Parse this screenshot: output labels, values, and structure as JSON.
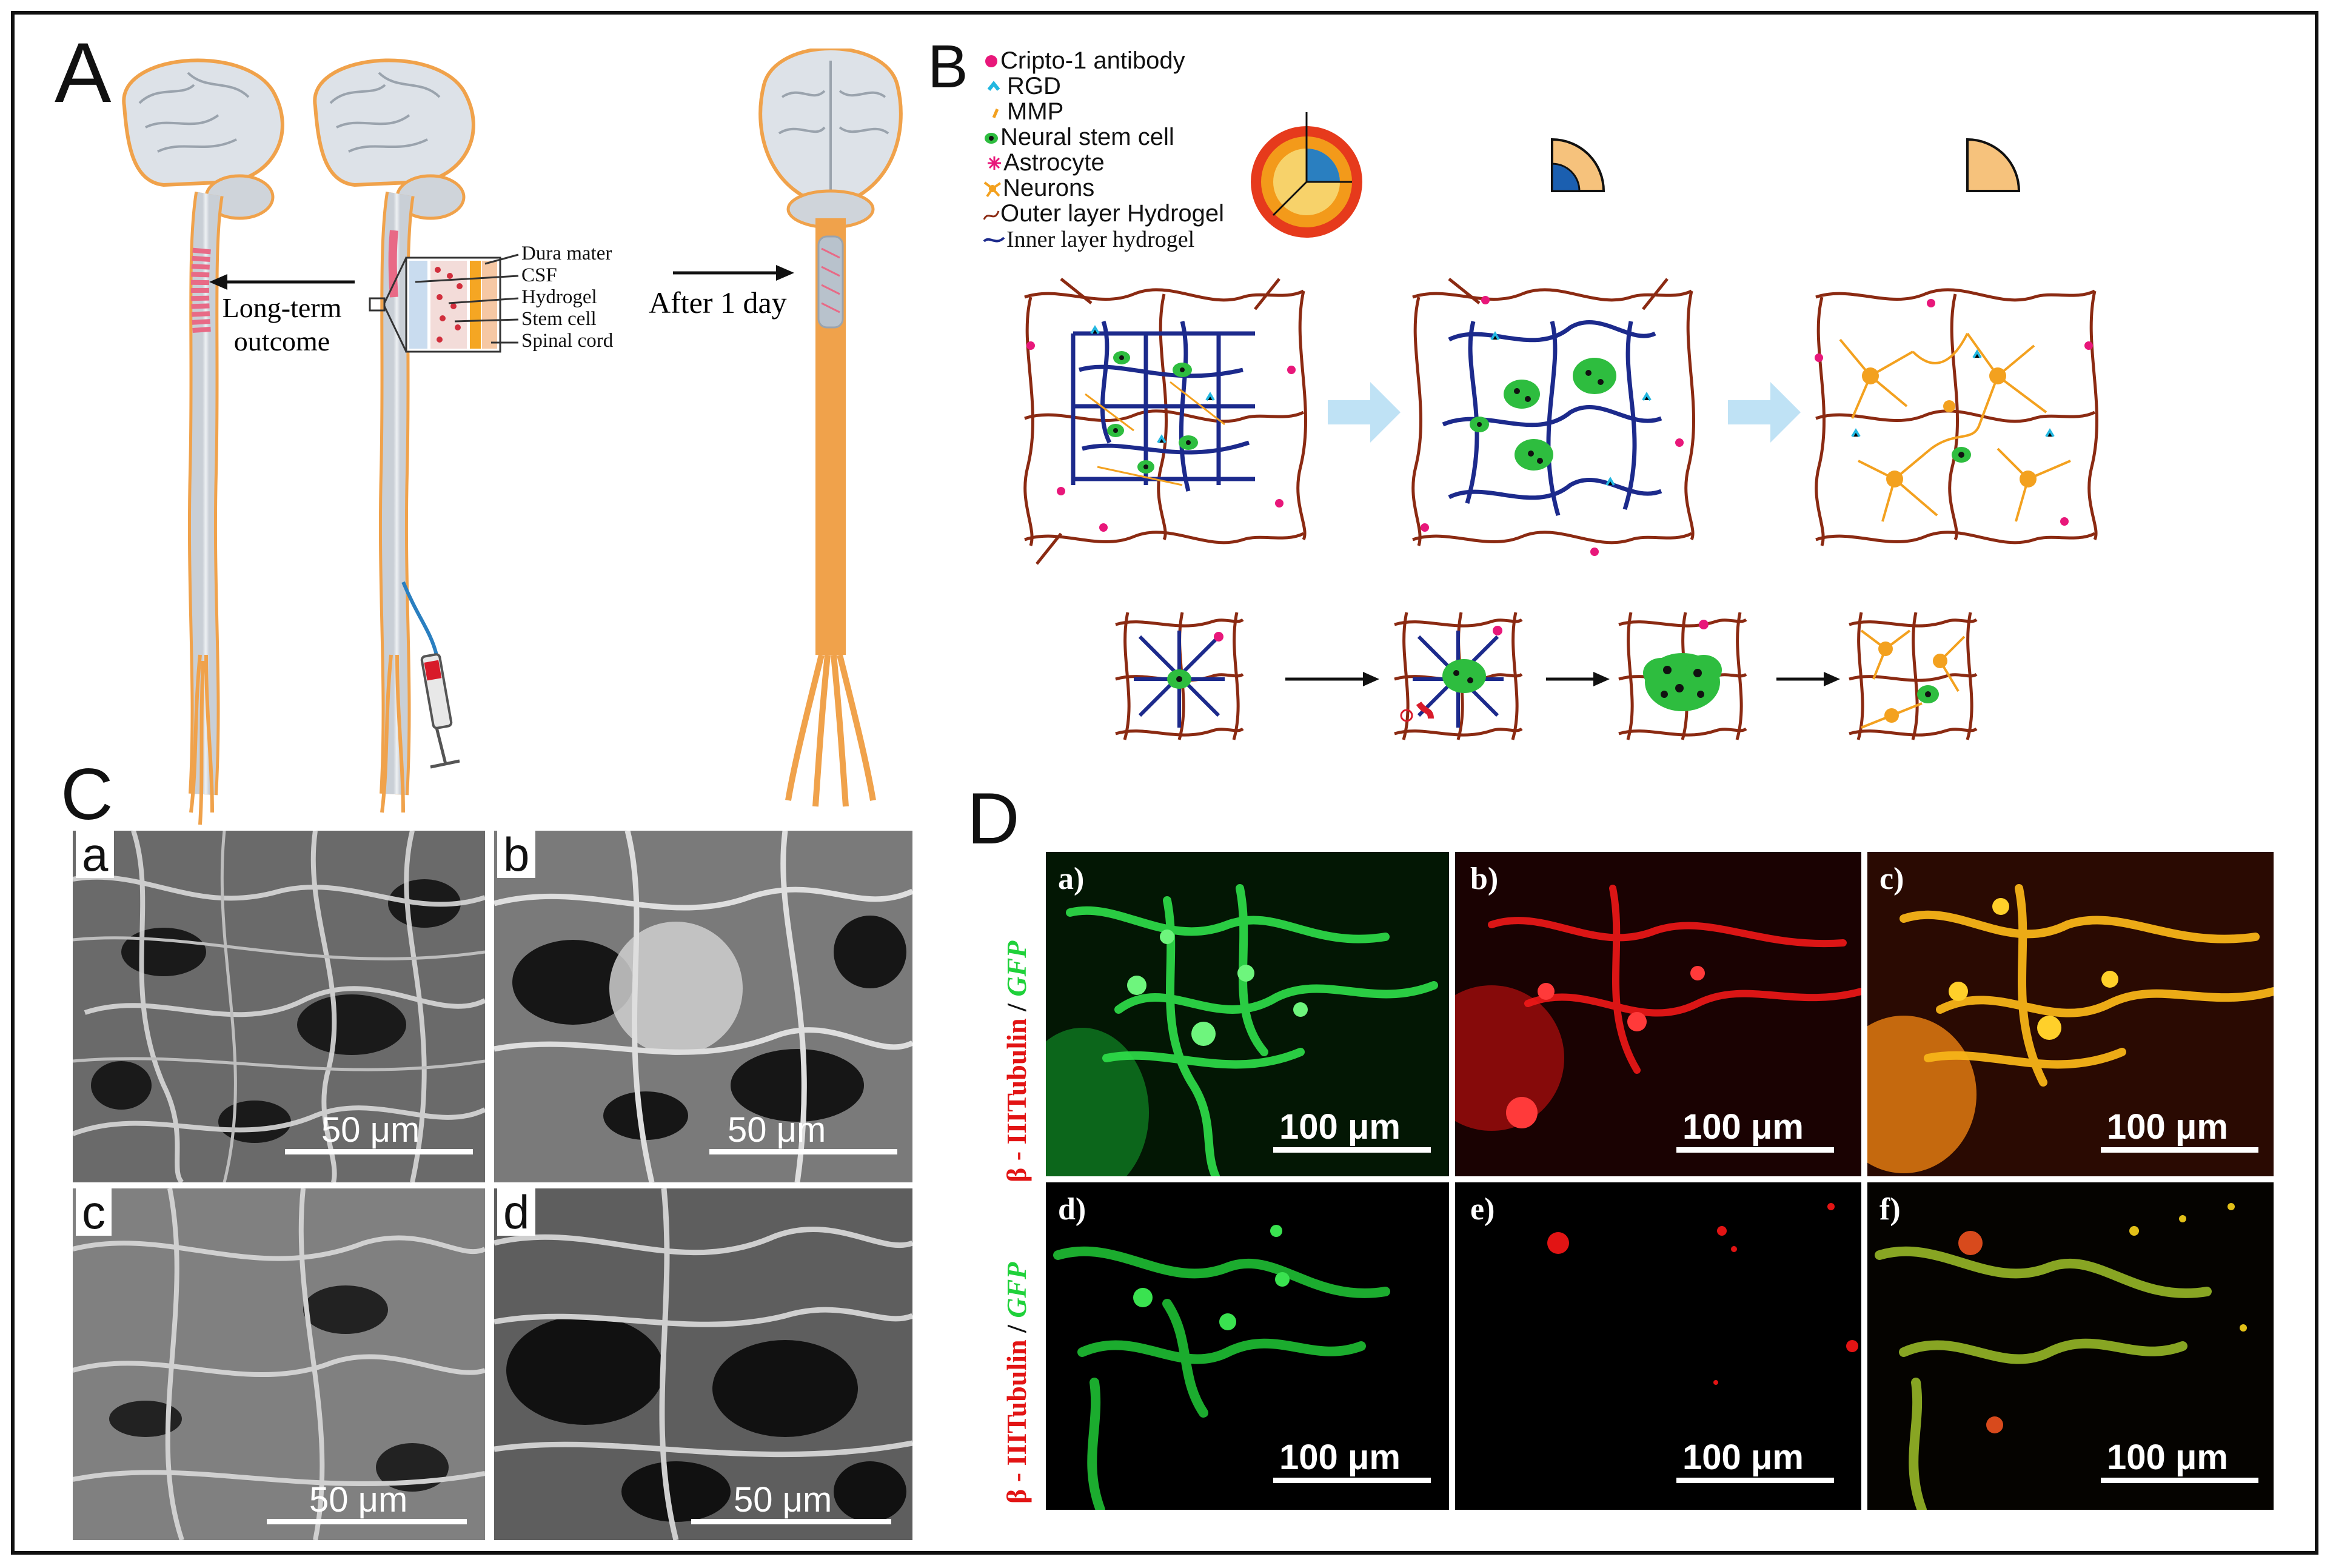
{
  "panels": {
    "A": {
      "letter": "A",
      "arrow_left_text": [
        "Long-term",
        "outcome"
      ],
      "arrow_right_text": "After 1 day",
      "inset_labels": [
        "Dura mater",
        "CSF",
        "Hydrogel",
        "Stem cell",
        "Spinal cord"
      ]
    },
    "B": {
      "letter": "B",
      "legend": [
        {
          "label": "Cripto-1 antibody",
          "icon": "pink-dot-icon"
        },
        {
          "label": "RGD",
          "icon": "cyan-peptide-icon"
        },
        {
          "label": "MMP",
          "icon": "orange-mark-icon"
        },
        {
          "label": "Neural stem cell",
          "icon": "green-cell-icon"
        },
        {
          "label": "Astrocyte",
          "icon": "astrocyte-icon"
        },
        {
          "label": "Neurons",
          "icon": "neuron-icon"
        },
        {
          "label": "Outer layer Hydrogel",
          "icon": "brown-fiber-icon"
        },
        {
          "label": "Inner layer hydrogel",
          "icon": "blue-fiber-icon"
        }
      ]
    },
    "C": {
      "letter": "C",
      "subpanels": [
        {
          "label": "a",
          "scale": "50 μm"
        },
        {
          "label": "b",
          "scale": "50 μm"
        },
        {
          "label": "c",
          "scale": "50 μm"
        },
        {
          "label": "d",
          "scale": "50 μm"
        }
      ]
    },
    "D": {
      "letter": "D",
      "row_label_red": "β - IIITubulin",
      "row_label_sep": " / ",
      "row_label_green": "GFP",
      "subpanels": [
        {
          "label": "a)",
          "scale": "100 μm"
        },
        {
          "label": "b)",
          "scale": "100 μm"
        },
        {
          "label": "c)",
          "scale": "100 μm"
        },
        {
          "label": "d)",
          "scale": "100 μm"
        },
        {
          "label": "e)",
          "scale": "100 μm"
        },
        {
          "label": "f)",
          "scale": "100 μm"
        }
      ]
    }
  },
  "colors": {
    "brain": "#d9dee4",
    "outline": "#f0a24b",
    "outer_fiber": "#8b2a12",
    "inner_fiber": "#1c2a8c",
    "cell_green": "#2ebd3f",
    "neuron_orange": "#f3a11f",
    "pink": "#e8177a",
    "cyan": "#22b7e0",
    "gfp": "#1fd13a",
    "tubulin": "#e21414"
  }
}
